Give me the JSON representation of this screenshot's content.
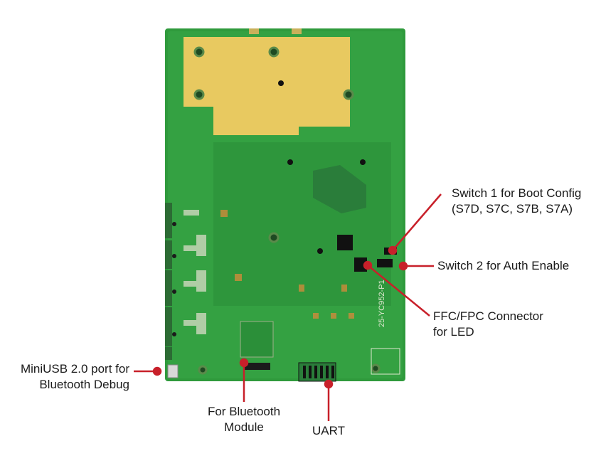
{
  "colors": {
    "background": "#ffffff",
    "pcb_green": "#2f9a3c",
    "pcb_dark": "#1f7a2d",
    "gold_pad": "#e8c960",
    "callout_red": "#c8202a",
    "text": "#1a1a1a"
  },
  "callouts": {
    "switch1": {
      "line1": "Switch 1 for Boot Config",
      "line2": "(S7D, S7C, S7B, S7A)"
    },
    "switch2": {
      "line1": "Switch 2 for Auth Enable"
    },
    "ffc": {
      "line1": "FFC/FPC Connector",
      "line2": "for LED"
    },
    "miniusb": {
      "line1": "MiniUSB 2.0 port for",
      "line2": "Bluetooth Debug"
    },
    "bluetooth": {
      "line1": "For Bluetooth",
      "line2": "Module"
    },
    "uart": {
      "line1": "UART"
    }
  },
  "board": {
    "silkscreen": "25-YC952-P1"
  }
}
